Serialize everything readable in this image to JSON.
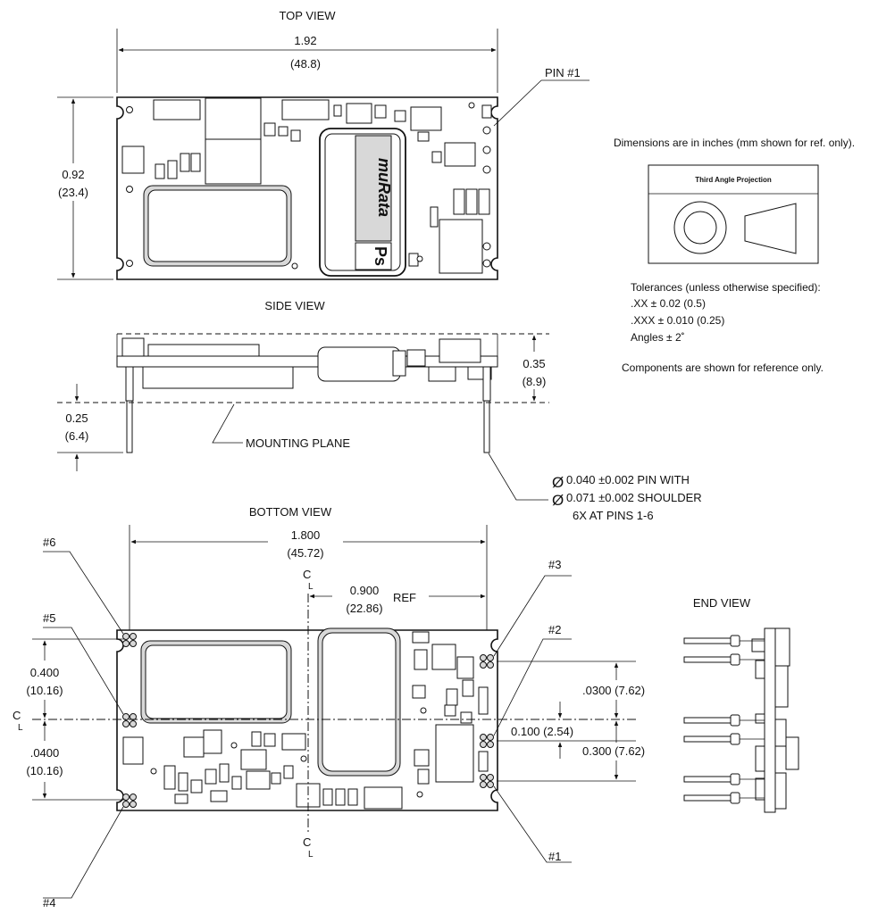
{
  "views": {
    "top": "TOP VIEW",
    "side": "SIDE VIEW",
    "bottom": "BOTTOM VIEW",
    "end": "END VIEW"
  },
  "dims": {
    "top_width": "1.92",
    "top_width_mm": "(48.8)",
    "top_height": "0.92",
    "top_height_mm": "(23.4)",
    "side_height": "0.35",
    "side_height_mm": "(8.9)",
    "pin_length": "0.25",
    "pin_length_mm": "(6.4)",
    "bottom_width": "1.800",
    "bottom_width_mm": "(45.72)",
    "center_ref": "0.900",
    "center_ref_mm": "(22.86)",
    "ref": "REF",
    "pin_spacing_a": "0.400",
    "pin_spacing_a_mm": "(10.16)",
    "pin_spacing_b": ".0400",
    "pin_spacing_b_mm": "(10.16)",
    "right_upper": ".0300 (7.62)",
    "right_mid": "0.100 (2.54)",
    "right_lower": "0.300 (7.62)"
  },
  "labels": {
    "pin1_top": "PIN #1",
    "mounting_plane": "MOUNTING PLANE",
    "pin_spec_1": "0.040  ±0.002 PIN WITH",
    "pin_spec_2": "0.071  ±0.002 SHOULDER",
    "pin_spec_3": "6X AT PINS 1-6",
    "diameter_symbol": "Ø",
    "centerline": "C",
    "centerline_sub": "L",
    "pin_1": "#1",
    "pin_2": "#2",
    "pin_3": "#3",
    "pin_4": "#4",
    "pin_5": "#5",
    "pin_6": "#6"
  },
  "notes": {
    "dimensions": "Dimensions are in inches (mm shown for ref. only).",
    "projection_title": "Third Angle Projection",
    "tol_header": "Tolerances (unless otherwise specified):",
    "tol_xx": ".XX ± 0.02 (0.5)",
    "tol_xxx": ".XXX ± 0.010 (0.25)",
    "tol_angles": "Angles ± 2˚",
    "components": "Components are shown for reference only."
  },
  "logo": {
    "brand": "muRata",
    "mark": "Ps"
  }
}
